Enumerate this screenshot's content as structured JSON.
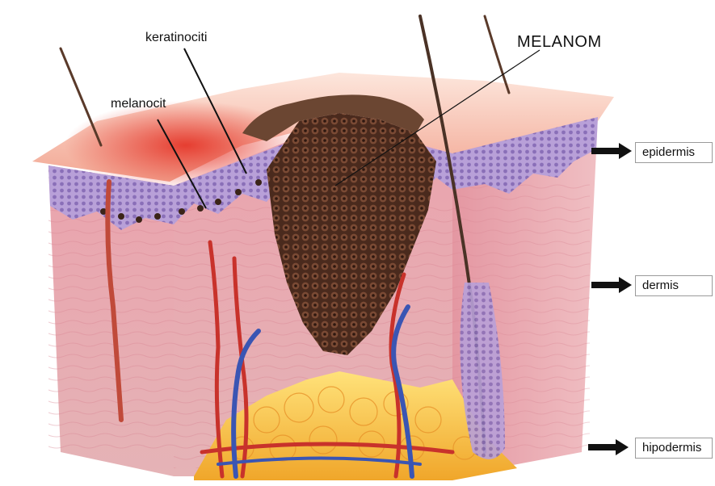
{
  "labels": {
    "keratinocytes": "keratinociti",
    "melanocyte": "melanocit",
    "melanoma": "MELANOM"
  },
  "layers": {
    "epidermis": "epidermis",
    "dermis": "dermis",
    "hypodermis": "hipodermis"
  },
  "colors": {
    "skin_surface": "#f3b7a5",
    "epidermis": "#b79bd6",
    "dermis": "#e9a7ad",
    "hypodermis_fat": "#f5c33a",
    "artery": "#c8322b",
    "vein": "#3a55b3",
    "melanoma": "#5a3324",
    "inflammation": "#e83b2c"
  }
}
